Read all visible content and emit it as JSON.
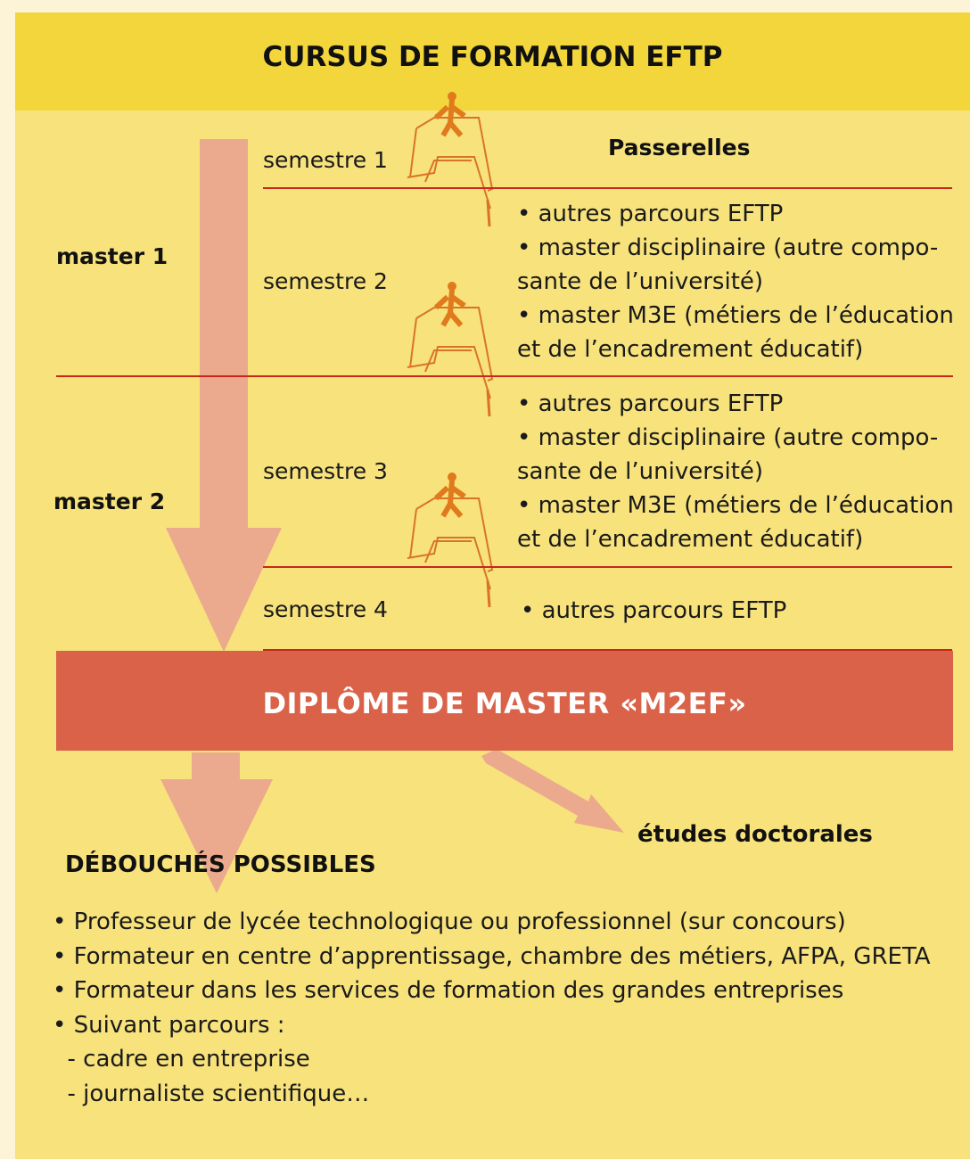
{
  "title": "CURSUS DE FORMATION EFTP",
  "levels": [
    "master 1",
    "master 2"
  ],
  "semesters": [
    "semestre 1",
    "semestre 2",
    "semestre 3",
    "semestre 4"
  ],
  "passerelles_title": "Passerelles",
  "passerelles_group1": [
    "• autres parcours EFTP",
    "• master disciplinaire (autre compo-",
    "sante de l’université)",
    "• master M3E (métiers de l’éducation",
    "et de l’encadrement éducatif)"
  ],
  "passerelles_group2": [
    "• autres parcours EFTP",
    "• master disciplinaire (autre compo-",
    "sante de l’université)",
    "• master M3E (métiers de l’éducation",
    "et de l’encadrement éducatif)"
  ],
  "passerelles_group3": [
    "• autres parcours EFTP"
  ],
  "diploma": "DIPLÔME DE MASTER «M2EF»",
  "doctoral": "études doctorales",
  "debouches_title": "DÉBOUCHÉS POSSIBLES",
  "debouches": [
    "• Professeur de lycée technologique ou professionnel (sur concours)",
    "• Formateur en centre d’apprentissage, chambre des métiers, AFPA, GRETA",
    "• Formateur dans les services de formation des grandes entreprises",
    "• Suivant parcours :",
    "  - cadre en entreprise",
    "  - journaliste scientifique…"
  ],
  "colors": {
    "background": "#f7e27c",
    "header": "#f2d63c",
    "rule": "#c8281c",
    "diploma": "#d96248",
    "arrow": "#eba98e",
    "figure": "#e0791c"
  }
}
